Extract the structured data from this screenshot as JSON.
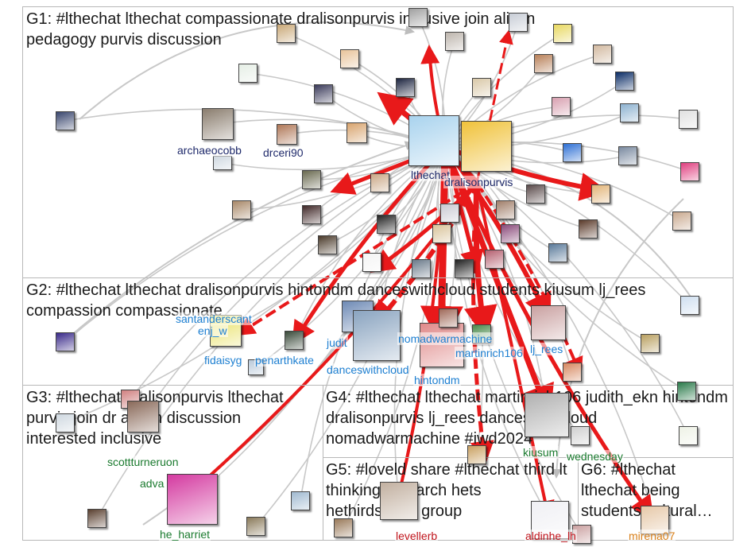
{
  "groups": [
    {
      "id": "G1",
      "title": "G1: #lthechat lthechat compassionate dralisonpurvis inclusive join alison pedagogy purvis discussion"
    },
    {
      "id": "G2",
      "title": "G2: #lthechat lthechat dralisonpurvis hintondm danceswithcloud students kiusum lj_rees compassion compassionate"
    },
    {
      "id": "G3",
      "title": "G3: #lthechat dralisonpurvis lthechat purvis join dr alison discussion interested inclusive"
    },
    {
      "id": "G4",
      "title": "G4: #lthechat lthechat martinrich106 judith_ekn hintondm dralisonpurvis lj_rees danceswithcloud nomadwarmachine #iwd2024"
    },
    {
      "id": "G5",
      "title": "G5: #loveld share #lthechat third lt thinking research hets hethirdspace group"
    },
    {
      "id": "G6",
      "title": "G6: #lthechat lthechat being students cultural…"
    }
  ],
  "labels": {
    "archaeocobb": "archaeocobb",
    "drceri90": "drceri90",
    "lthechat": "lthechat",
    "dralisonpurvis": "dralisonpurvis",
    "santanders": "santanderscant",
    "enj": "enj_w",
    "fidaisyg": "fidaisyg",
    "penarthkate": "penarthkate",
    "judith": "judit",
    "nomad": "nomadwarmachine",
    "martin": "martinrich106",
    "lj_rees": "lj_rees",
    "danceswithcloud": "danceswithcloud",
    "hintondm": "hintondm",
    "scottturner": "scottturneruon",
    "adva": "adva",
    "he_harriet": "he_harriet",
    "kiusum": "kiusum",
    "wednesday": "wednesday",
    "levellerb": "levellerb",
    "aldinhe": "aldinhe_lh",
    "mirena07": "mirena07"
  },
  "colors": {
    "edge_strong": "#e8191a",
    "edge_light": "#c8c8c8",
    "label_dark": "#1f2a6b",
    "label_blue": "#1d7fd1",
    "label_green": "#1a7a2e",
    "label_red": "#c0141c",
    "label_orange": "#d9801a"
  }
}
